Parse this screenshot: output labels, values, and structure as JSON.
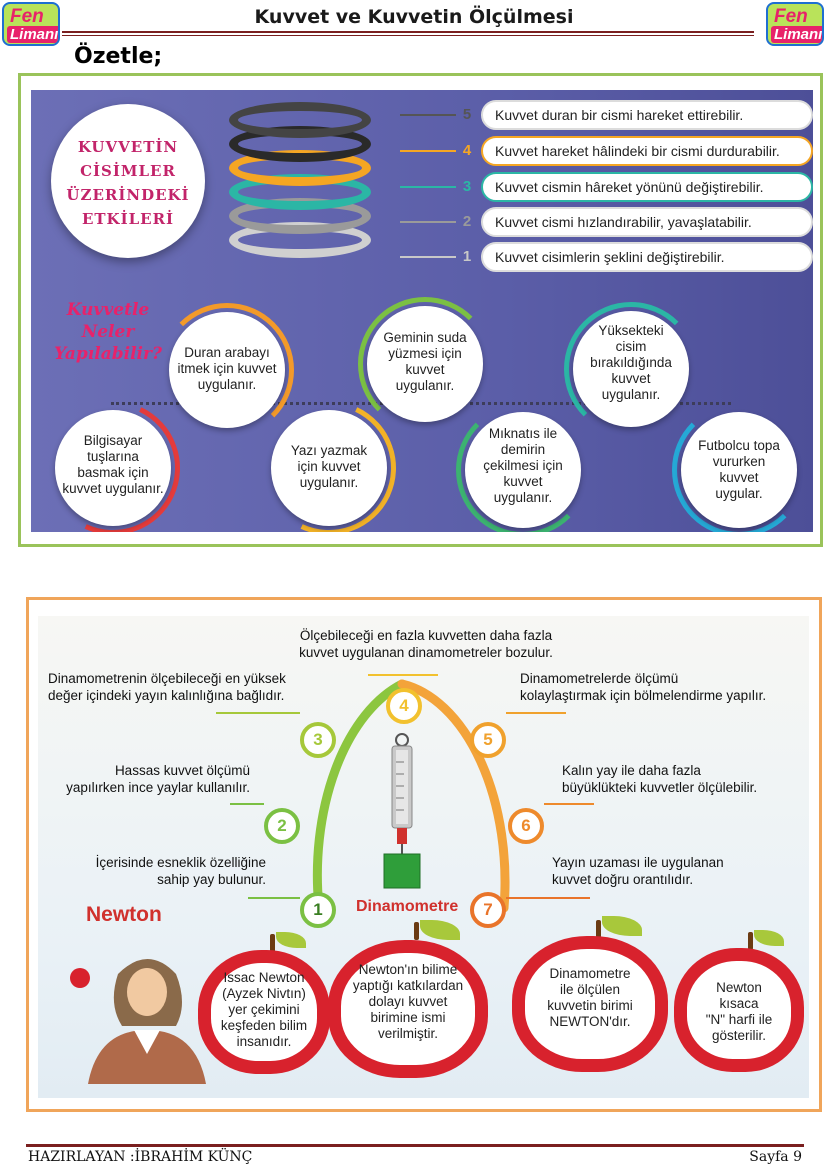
{
  "header": {
    "title": "Kuvvet ve Kuvvetin Ölçülmesi",
    "logo_text_1": "Fen",
    "logo_text_2": "Limanı"
  },
  "section_title": "Özetle;",
  "panel1": {
    "badge_lines": [
      "KUVVETİN",
      "CİSİMLER",
      "ÜZERİNDEKİ",
      "ETKİLERİ"
    ],
    "effects": [
      {
        "num": "5",
        "text": "Kuvvet duran bir cismi hareket ettirebilir.",
        "color": "#555555"
      },
      {
        "num": "4",
        "text": "Kuvvet hareket hâlindeki bir cismi durdurabilir.",
        "color": "#f5a623"
      },
      {
        "num": "3",
        "text": "Kuvvet cismin hâreket yönünü değiştirebilir.",
        "color": "#2bb6a5"
      },
      {
        "num": "2",
        "text": "Kuvvet cismi hızlandırabilir, yavaşlatabilir.",
        "color": "#9a9a9a"
      },
      {
        "num": "1",
        "text": "Kuvvet cisimlerin şeklini değiştirebilir.",
        "color": "#c8c8c8"
      }
    ],
    "question_lines": [
      "Kuvvetle",
      "Neler",
      "Yapılabilir?"
    ],
    "examples": [
      {
        "lines": [
          "Bilgisayar",
          "tuşlarına",
          "basmak için",
          "kuvvet uygulanır."
        ],
        "color": "#e43b3b"
      },
      {
        "lines": [
          "Duran arabayı",
          "itmek için kuvvet",
          "uygulanır."
        ],
        "color": "#f39a2a"
      },
      {
        "lines": [
          "Yazı yazmak",
          "için kuvvet",
          "uygulanır."
        ],
        "color": "#f2b227"
      },
      {
        "lines": [
          "Geminin suda",
          "yüzmesi için",
          "kuvvet",
          "uygulanır."
        ],
        "color": "#7bc043"
      },
      {
        "lines": [
          "Mıknatıs ile",
          "demirin",
          "çekilmesi için",
          "kuvvet",
          "uygulanır."
        ],
        "color": "#3cb371"
      },
      {
        "lines": [
          "Yüksekteki",
          "cisim",
          "bırakıldığında",
          "kuvvet",
          "uygulanır."
        ],
        "color": "#2bb6a5"
      },
      {
        "lines": [
          "Futbolcu topa",
          "vururken",
          "kuvvet",
          "uygular."
        ],
        "color": "#25a9d6"
      }
    ]
  },
  "panel2": {
    "statements": [
      {
        "num": "1",
        "lines": [
          "İçerisinde esneklik özelliğine",
          "sahip yay bulunur."
        ],
        "color": "#7bc043"
      },
      {
        "num": "2",
        "lines": [
          "Hassas kuvvet ölçümü",
          "yapılırken ince yaylar kullanılır."
        ],
        "color": "#7bc043"
      },
      {
        "num": "3",
        "lines": [
          "Dinamometrenin ölçebileceği en yüksek",
          "değer içindeki yayın kalınlığına bağlıdır."
        ],
        "color": "#a6c83a"
      },
      {
        "num": "4",
        "lines": [
          "Ölçebileceği en fazla kuvvetten daha fazla",
          "kuvvet uygulanan dinamometreler bozulur."
        ],
        "color": "#f2c12e"
      },
      {
        "num": "5",
        "lines": [
          "Dinamometrelerde ölçümü",
          "kolaylaştırmak için bölmelendirme yapılır."
        ],
        "color": "#f0a12d"
      },
      {
        "num": "6",
        "lines": [
          "Kalın yay ile daha fazla",
          "büyüklükteki kuvvetler ölçülebilir."
        ],
        "color": "#ee8a2c"
      },
      {
        "num": "7",
        "lines": [
          "Yayın uzaması ile uygulanan",
          "kuvvet doğru orantılıdır."
        ],
        "color": "#e9742a"
      }
    ],
    "center_label": "Dinamometre",
    "newton_label": "Newton",
    "apples": [
      {
        "lines": [
          "Issac Newton",
          "(Ayzek Nivtın)",
          "yer çekimini",
          "keşfeden bilim",
          "insanıdır."
        ]
      },
      {
        "lines": [
          "Newton'ın bilime",
          "yaptığı katkılardan",
          "dolayı kuvvet",
          "birimine ismi",
          "verilmiştir."
        ]
      },
      {
        "lines": [
          "Dinamometre",
          "ile ölçülen",
          "kuvvetin birimi",
          "NEWTON'dır."
        ]
      },
      {
        "lines": [
          "Newton",
          "kısaca",
          "\"N\" harfi ile",
          "gösterilir."
        ]
      }
    ]
  },
  "footer": {
    "author": "HAZIRLAYAN :İBRAHİM KÜNÇ",
    "page": "Sayfa 9"
  }
}
